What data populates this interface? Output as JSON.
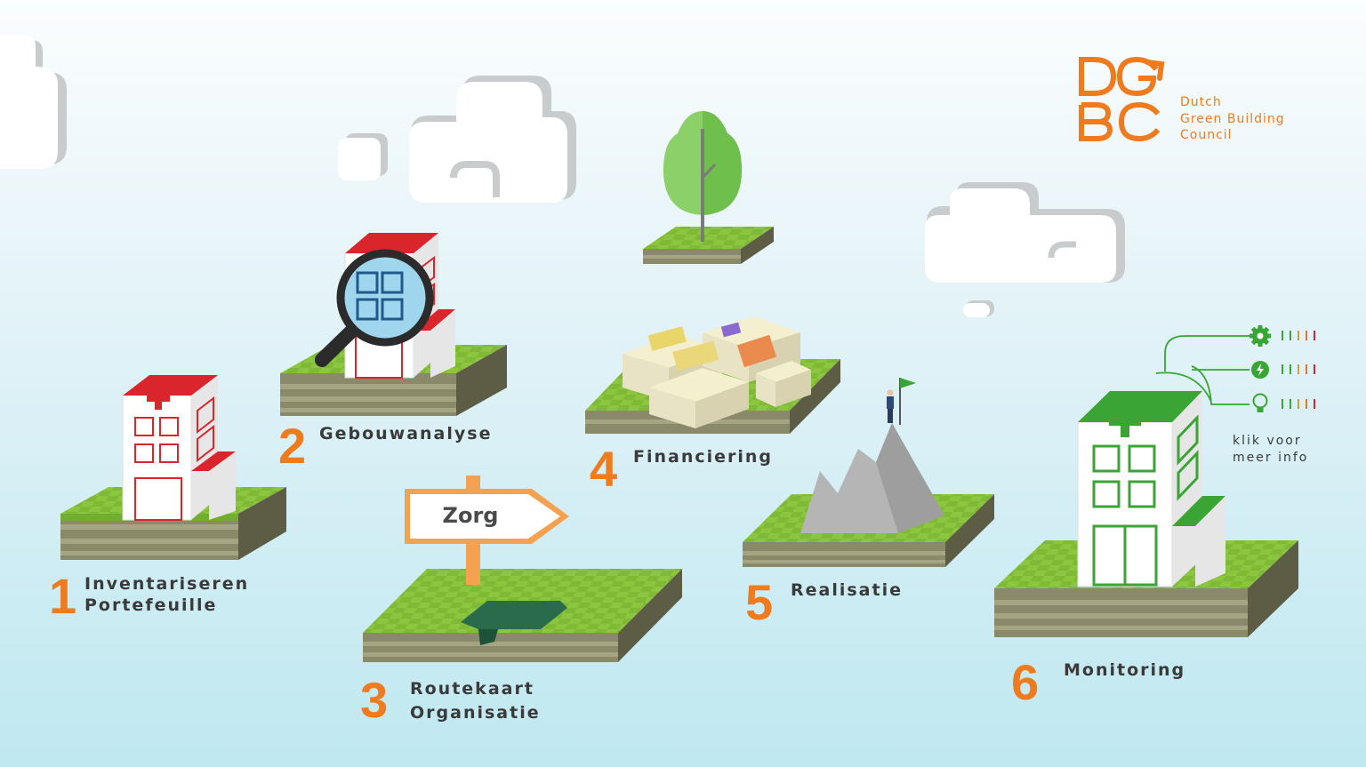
{
  "logo": {
    "lines": [
      "Dutch",
      "Green Building",
      "Council"
    ],
    "color": "#ee7b1e"
  },
  "steps": [
    {
      "number": "1",
      "lines": [
        "Inventariseren",
        "Portefeuille"
      ]
    },
    {
      "number": "2",
      "lines": [
        "Gebouwanalyse"
      ]
    },
    {
      "number": "3",
      "lines": [
        "Routekaart",
        "Organisatie"
      ]
    },
    {
      "number": "4",
      "lines": [
        "Financiering"
      ]
    },
    {
      "number": "5",
      "lines": [
        "Realisatie"
      ]
    },
    {
      "number": "6",
      "lines": [
        "Monitoring"
      ]
    }
  ],
  "signpost": {
    "text": "Zorg"
  },
  "monitoring_panel": {
    "info_lines": [
      "klik voor",
      "meer info"
    ],
    "icons": [
      "gear-icon",
      "energy-icon",
      "lightbulb-icon"
    ]
  },
  "colors": {
    "accent": "#ee7b1e",
    "grass": "#8cc63f",
    "soil": "#8a8a6a",
    "hospital_red": "#d9252b",
    "hospital_green": "#3aa535"
  }
}
